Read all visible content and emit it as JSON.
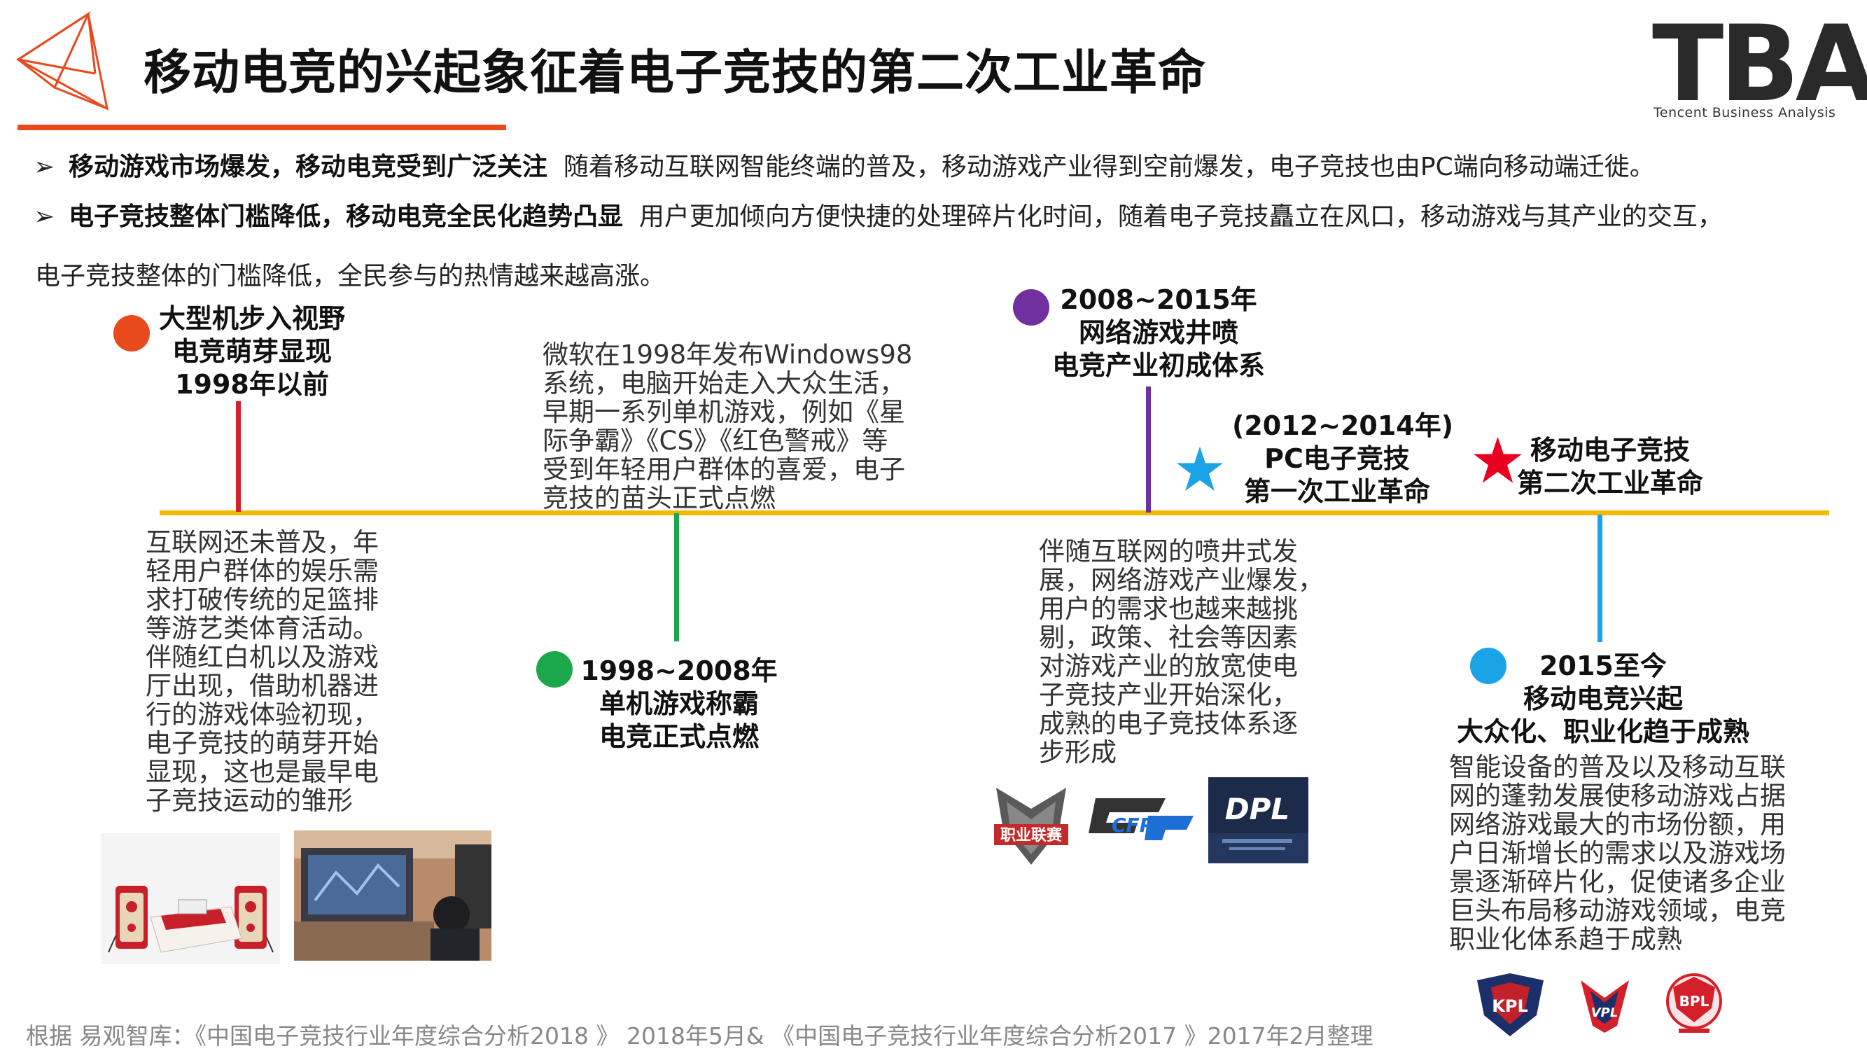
{
  "title": "移动电竞的兴起象征着电子竞技的第二次工业革命",
  "logo": {
    "text": "TBA",
    "subtitle": "Tencent Business Analysis"
  },
  "bullets": [
    {
      "bold": "移动游戏市场爆发，移动电竞受到广泛关注",
      "text": "随着移动互联网智能终端的普及，移动游戏产业得到空前爆发，电子竞技也由PC端向移动端迁徙。"
    },
    {
      "bold": "电子竞技整体门槛降低，移动电竞全民化趋势凸显",
      "text": "用户更加倾向方便快捷的处理碎片化时间，随着电子竞技矗立在风口，移动游戏与其产业的交互，",
      "cont": "电子竞技整体的门槛降低，全民参与的热情越来越高涨。"
    }
  ],
  "timeline": {
    "colors": {
      "axis": "#f5b800",
      "red": "#e8491d",
      "green": "#1aa84a",
      "purple": "#7030a0",
      "blue": "#1ba3e8",
      "star_red": "#e8001e"
    },
    "stage1": {
      "lines": [
        "大型机步入视野",
        "电竞萌芽显现",
        "1998年以前"
      ],
      "desc": [
        "互联网还未普及，年",
        "轻用户群体的娱乐需",
        "求打破传统的足篮排",
        "等游艺类体育活动。",
        "伴随红白机以及游戏",
        "厅出现，借助机器进",
        "行的游戏体验初现，",
        "电子竞技的萌芽开始",
        "显现，这也是最早电",
        "子竞技运动的雏形"
      ]
    },
    "stage2": {
      "lines": [
        "1998~2008年",
        "单机游戏称霸",
        "电竞正式点燃"
      ],
      "desc": [
        "微软在1998年发布Windows98",
        "系统，电脑开始走入大众生活，",
        "早期一系列单机游戏，例如《星",
        "际争霸》《CS》《红色警戒》等",
        "受到年轻用户群体的喜爱，电子",
        "竞技的苗头正式点燃"
      ]
    },
    "stage3": {
      "lines": [
        "2008~2015年",
        "网络游戏井喷",
        "电竞产业初成体系"
      ],
      "desc": [
        "伴随互联网的喷井式发",
        "展，网络游戏产业爆发，",
        "用户的需求也越来越挑",
        "剔，政策、社会等因素",
        "对游戏产业的放宽使电",
        "子竞技产业开始深化，",
        "成熟的电子竞技体系逐",
        "步形成"
      ]
    },
    "pc_revolution": {
      "lines": [
        "(2012~2014年)",
        "PC电子竞技",
        "第一次工业革命"
      ]
    },
    "mobile_revolution": {
      "lines": [
        "移动电子竞技",
        "第二次工业革命"
      ]
    },
    "stage4": {
      "lines": [
        "2015至今",
        "移动电竞兴起",
        "大众化、职业化趋于成熟"
      ],
      "desc": [
        "智能设备的普及以及移动互联",
        "网的蓬勃发展使移动游戏占据",
        "网络游戏最大的市场份额，用",
        "户日渐增长的需求以及游戏场",
        "景逐渐碎片化，促使诸多企业",
        "巨头布局移动游戏领域，电竞",
        "职业化体系趋于成熟"
      ]
    },
    "logos_pc": [
      "职业联赛",
      "CFPL",
      "DPL"
    ],
    "logos_mobile": [
      "KPL",
      "VPL",
      "BPL"
    ]
  },
  "footer": "根据 易观智库：《中国电子竞技行业年度综合分析2018 》 2018年5月& 《中国电子竞技行业年度综合分析2017 》2017年2月整理"
}
